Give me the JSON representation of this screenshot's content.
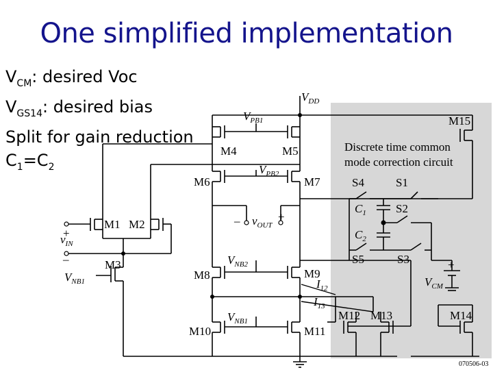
{
  "slide": {
    "title": "One simplified implementation"
  },
  "notes": [
    {
      "main": "V",
      "sub": "CM",
      "rest": ": desired Voc"
    },
    {
      "main": "V",
      "sub": "GS14",
      "rest": ": desired bias"
    },
    {
      "main": "Split for gain reduction",
      "sub": "",
      "rest": ""
    },
    {
      "main": "C",
      "sub": "1",
      "rest": "=C",
      "sub2": "2"
    }
  ],
  "circuit": {
    "box_title": [
      "Discrete time common",
      "mode correction circuit"
    ],
    "transistors": [
      "M1",
      "M2",
      "M3",
      "M4",
      "M5",
      "M6",
      "M7",
      "M8",
      "M9",
      "M10",
      "M11",
      "M12",
      "M13",
      "M14",
      "M15"
    ],
    "switches": [
      "S1",
      "S2",
      "S3",
      "S4",
      "S5"
    ],
    "vdd": {
      "main": "V",
      "sub": "DD"
    },
    "vpb1": {
      "main": "V",
      "sub": "PB1"
    },
    "vpb2": {
      "main": "V",
      "sub": "PB2"
    },
    "vnb2": {
      "main": "V",
      "sub": "NB2"
    },
    "vnb1_right": {
      "main": "V",
      "sub": "NB1"
    },
    "vnb1_left": {
      "main": "V",
      "sub": "NB1"
    },
    "vin": {
      "main": "v",
      "sub": "IN"
    },
    "vout": {
      "main": "v",
      "sub": "OUT"
    },
    "vcm": {
      "main": "V",
      "sub": "CM"
    },
    "c1": {
      "main": "C",
      "sub": "1"
    },
    "c2": {
      "main": "C",
      "sub": "2"
    },
    "i12": {
      "main": "I",
      "sub": "12"
    },
    "i13": {
      "main": "I",
      "sub": "13"
    },
    "fig_id": "070506-03",
    "box_color": "#d7d7d7",
    "title_color": "#14148c"
  }
}
